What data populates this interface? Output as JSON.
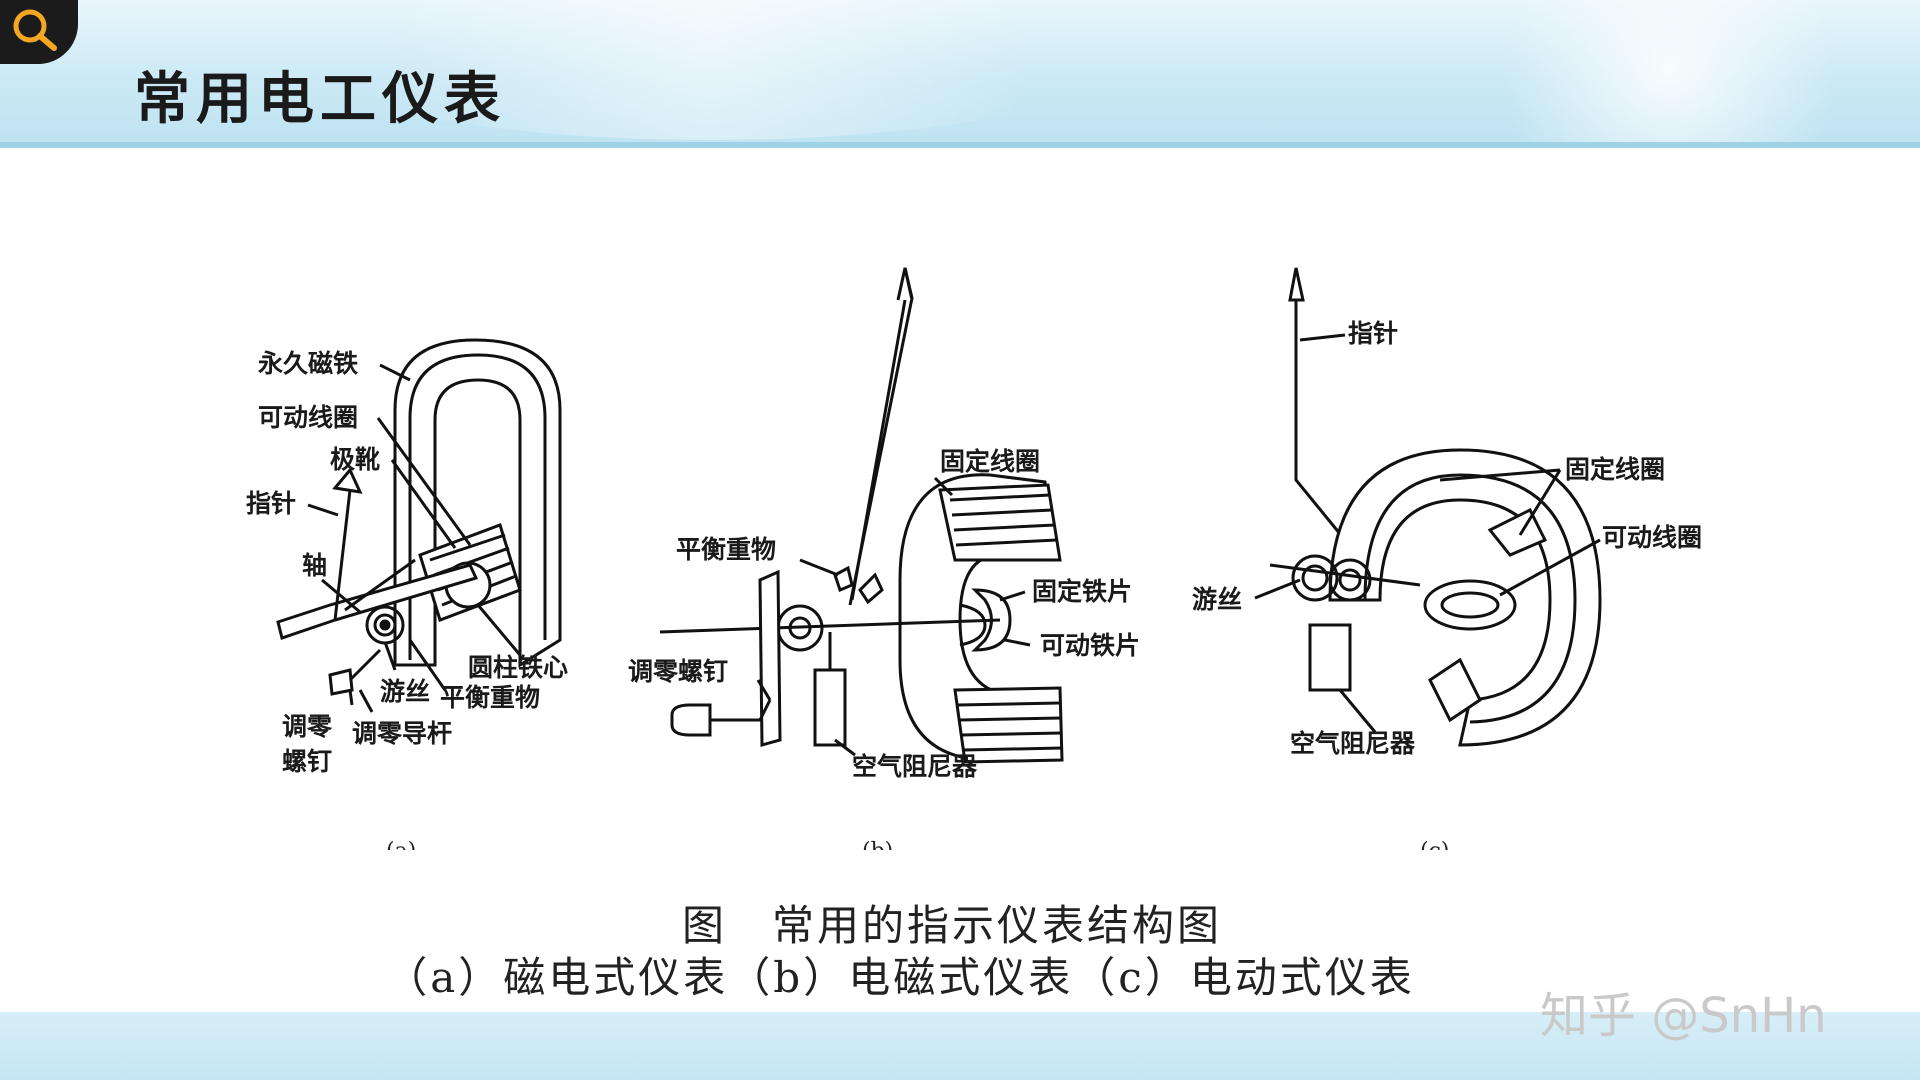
{
  "header": {
    "title": "常用电工仪表",
    "icon": "search-icon",
    "accent_color": "#bfe3f2"
  },
  "diagram": {
    "a": {
      "sublabel": "(a)",
      "labels": {
        "permanent_magnet": "永久磁铁",
        "moving_coil": "可动线圈",
        "pole_shoe": "极靴",
        "pointer": "指针",
        "shaft": "轴",
        "cylinder_core": "圆柱铁心",
        "hairspring": "游丝",
        "balance_weight": "平衡重物",
        "zero_screw_1": "调零",
        "zero_screw_2": "螺钉",
        "zero_guide": "调零导杆"
      }
    },
    "b": {
      "sublabel": "(b)",
      "labels": {
        "fixed_coil": "固定线圈",
        "balance_weight": "平衡重物",
        "fixed_iron": "固定铁片",
        "moving_iron": "可动铁片",
        "zero_screw": "调零螺钉",
        "air_damper": "空气阻尼器"
      }
    },
    "c": {
      "sublabel": "(c)",
      "labels": {
        "pointer": "指针",
        "fixed_coil": "固定线圈",
        "moving_coil": "可动线圈",
        "hairspring": "游丝",
        "air_damper": "空气阻尼器"
      }
    }
  },
  "caption": {
    "line1": "图　常用的指示仪表结构图",
    "line2": "（a）磁电式仪表（b）电磁式仪表（c）电动式仪表"
  },
  "watermark": "知乎 @SnHn"
}
